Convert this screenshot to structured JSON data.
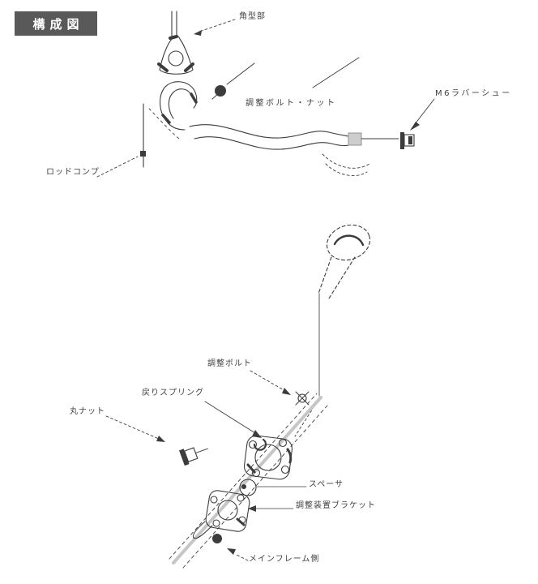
{
  "badge": {
    "label": "構成図"
  },
  "colors": {
    "ink": "#3c3c3c",
    "light_line": "#c6c6c6",
    "sleeve_fill": "#cdcdcd",
    "badge_bg": "#595959",
    "badge_fg": "#ffffff",
    "background": "#ffffff"
  },
  "top_assembly": {
    "labels": {
      "clevis": "角型部",
      "adjust_bolt_nut": "調整ボルト・ナット",
      "m6_rubber_shoe": "M6ラバーシュー",
      "rod_comp": "ロッドコンプ"
    }
  },
  "bottom_assembly": {
    "labels": {
      "adjust_bolt": "調整ボルト",
      "return_spring": "戻りスプリング",
      "round_nut": "丸ナット",
      "spacer": "スペーサ",
      "adjuster_bracket": "調整装置ブラケット",
      "main_frame_side": "メインフレーム側"
    }
  }
}
